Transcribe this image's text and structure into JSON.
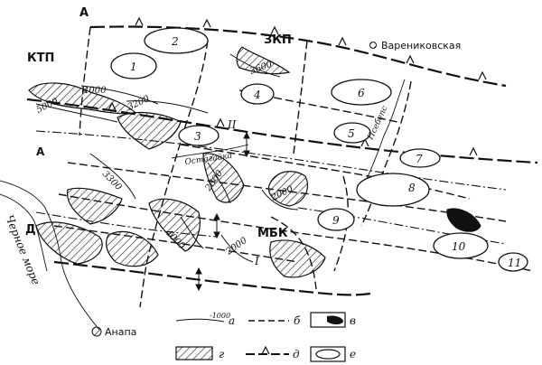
{
  "labels": {
    "a_top": "А",
    "ktp": "КТП",
    "zkp": "ЗКП",
    "varenikovskaya": "Варениковская",
    "mbk": "МБК",
    "d": "Д",
    "chernoe_more": "Черное море",
    "anapa": "Анапа",
    "a_left": "А",
    "roman_two": "II",
    "roman_one": "I",
    "ostagaika": "Остагайка",
    "psebeps": "Псебепс"
  },
  "contours": {
    "c4000": "4000",
    "c5000": "5000",
    "c3200": "3200",
    "c3600": "3600",
    "c3300": "3300",
    "c2800": "2800",
    "c2000a": "2000",
    "c4000b": "4000",
    "c2000b": "2000"
  },
  "fields": [
    "1",
    "2",
    "3",
    "4",
    "5",
    "6",
    "7",
    "8",
    "9",
    "10",
    "11"
  ],
  "legend": {
    "a_sample": "-1000",
    "a": "а",
    "b": "б",
    "v": "в",
    "g": "г",
    "d": "д",
    "e": "е"
  }
}
